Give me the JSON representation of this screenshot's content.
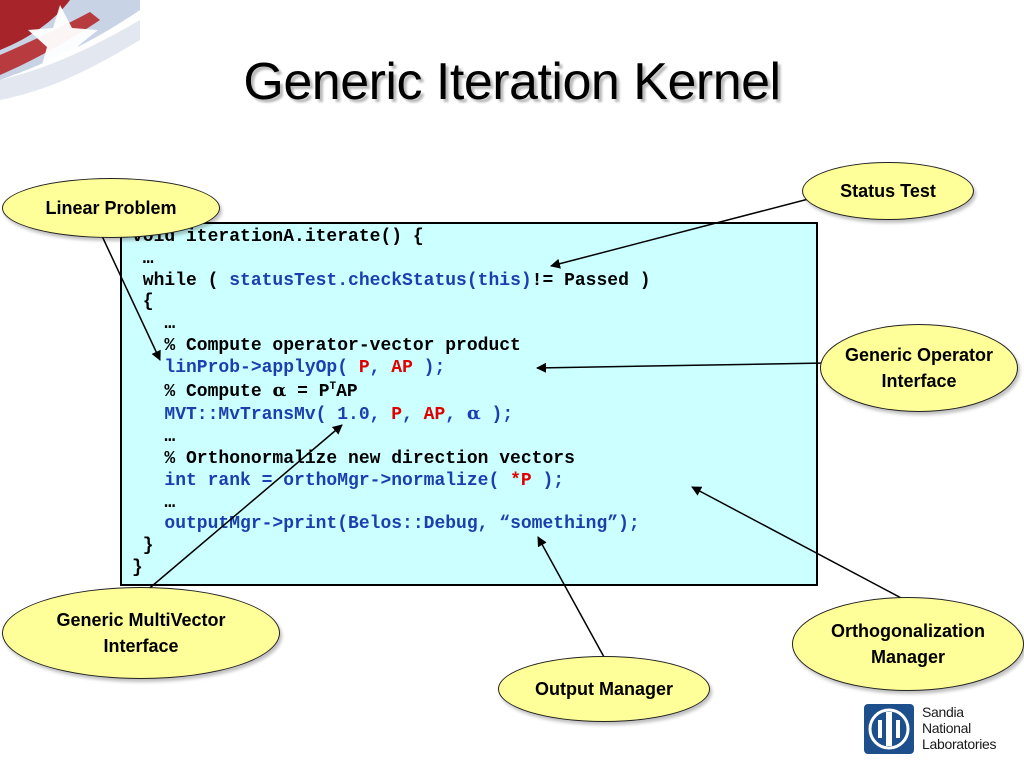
{
  "title": "Generic Iteration Kernel",
  "code_lines": [
    [
      {
        "t": "void iterationA.iterate() {"
      }
    ],
    [
      {
        "t": " …"
      }
    ],
    [
      {
        "t": " while ( "
      },
      {
        "t": "statusTest.checkStatus(this)",
        "c": "blue"
      },
      {
        "t": "!= Passed )"
      }
    ],
    [
      {
        "t": " {"
      }
    ],
    [
      {
        "t": "   …"
      }
    ],
    [
      {
        "t": "   % Compute operator-vector product"
      }
    ],
    [
      {
        "t": "   linProb->applyOp( ",
        "c": "blue"
      },
      {
        "t": "P",
        "c": "red"
      },
      {
        "t": ", ",
        "c": "blue"
      },
      {
        "t": "AP",
        "c": "red"
      },
      {
        "t": " );",
        "c": "blue"
      }
    ],
    [
      {
        "t": "   % Compute "
      },
      {
        "t": "α",
        "g": true
      },
      {
        "t": " = P"
      },
      {
        "t": "T",
        "sup": true
      },
      {
        "t": "AP"
      }
    ],
    [
      {
        "t": "   MVT::MvTransMv( 1.0, ",
        "c": "blue"
      },
      {
        "t": "P",
        "c": "red"
      },
      {
        "t": ", ",
        "c": "blue"
      },
      {
        "t": "AP",
        "c": "red"
      },
      {
        "t": ", ",
        "c": "blue"
      },
      {
        "t": "α",
        "c": "blue",
        "g": true
      },
      {
        "t": " );",
        "c": "blue"
      }
    ],
    [
      {
        "t": "   …"
      }
    ],
    [
      {
        "t": "   % Orthonormalize new direction vectors"
      }
    ],
    [
      {
        "t": "   int rank = orthoMgr->normalize( ",
        "c": "blue"
      },
      {
        "t": "*P",
        "c": "red"
      },
      {
        "t": " );",
        "c": "blue"
      }
    ],
    [
      {
        "t": "   …"
      }
    ],
    [
      {
        "t": "   outputMgr->print(Belos::Debug, “",
        "c": "blue"
      },
      {
        "t": "something",
        "c": "blue"
      },
      {
        "t": "”);",
        "c": "blue"
      }
    ],
    [
      {
        "t": " }"
      }
    ],
    [
      {
        "t": "}"
      }
    ]
  ],
  "callouts": {
    "linear_problem": "Linear Problem",
    "status_test": "Status Test",
    "generic_operator": "Generic Operator\nInterface",
    "generic_multivector": "Generic MultiVector\nInterface",
    "orthogonalization": "Orthogonalization\nManager",
    "output_manager": "Output Manager"
  },
  "logo": {
    "text": "Sandia\nNational\nLaboratories"
  },
  "colors": {
    "code_bg": "#ccffff",
    "bubble_bg": "#ffff99",
    "code_blue": "#1a3fb0",
    "code_red": "#e00000"
  }
}
